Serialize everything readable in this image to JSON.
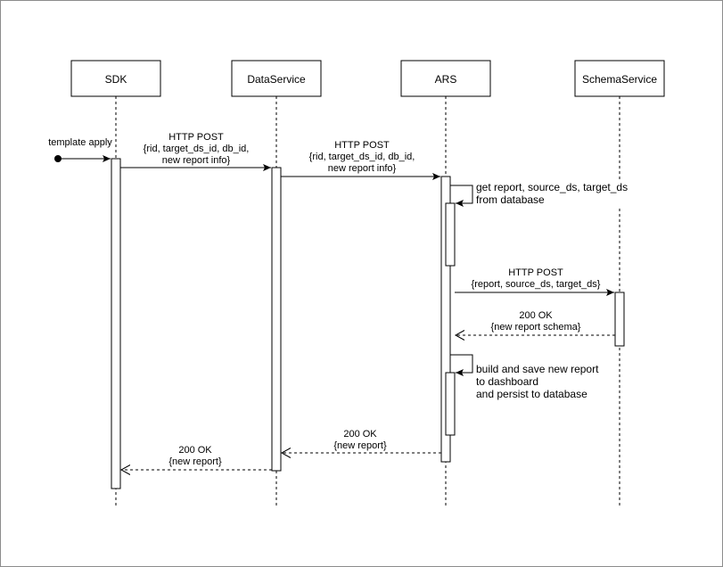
{
  "participants": [
    {
      "label": "SDK"
    },
    {
      "label": "DataService"
    },
    {
      "label": "ARS"
    },
    {
      "label": "SchemaService"
    }
  ],
  "messages": {
    "template_apply": "template apply",
    "sdk_to_ds": [
      "HTTP POST",
      "{rid, target_ds_id, db_id,",
      "new report info}"
    ],
    "ds_to_ars": [
      "HTTP POST",
      "{rid, target_ds_id, db_id,",
      "new report info}"
    ],
    "ars_self_get": [
      "get report, source_ds, target_ds",
      "from database"
    ],
    "ars_to_schema": [
      "HTTP POST",
      "{report, source_ds, target_ds}"
    ],
    "schema_to_ars": [
      "200 OK",
      "{new report schema}"
    ],
    "ars_self_build": [
      "build and save new report",
      "to dashboard",
      "and persist to database"
    ],
    "ars_to_ds": [
      "200 OK",
      "{new report}"
    ],
    "ds_to_sdk": [
      "200 OK",
      "{new report}"
    ]
  },
  "colors": {
    "background": "#ffffff",
    "canvas_background": "#f5f5f5",
    "stroke": "#000000"
  }
}
